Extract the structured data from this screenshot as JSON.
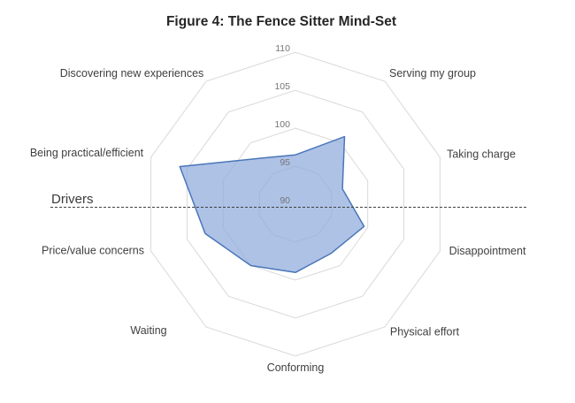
{
  "title": "Figure 4: The Fence Sitter Mind-Set",
  "drivers_annotation": "Drivers",
  "chart_data": {
    "type": "radar",
    "categories": [
      "",
      "Serving my group",
      "Taking charge",
      "Disappointment",
      "Physical effort",
      "Conforming",
      "Waiting",
      "Price/value concerns",
      "Being practical/efficient",
      "Discovering new experiences"
    ],
    "series": [
      {
        "values": [
          96.5,
          101,
          96.5,
          99.5,
          98,
          99,
          100,
          102.5,
          106,
          97.5
        ]
      }
    ],
    "axis": {
      "min": 90,
      "max": 110,
      "step": 5,
      "tick_labels": [
        "90",
        "95",
        "100",
        "105",
        "110"
      ]
    },
    "legend": "none",
    "grid": "concentric decagon rings, no radial spokes",
    "annotation": {
      "label": "Drivers",
      "type": "horizontal-dashed-line"
    },
    "colors": {
      "fill": "#8FAADC",
      "stroke": "#4A76B9",
      "grid": "#D9D9D9",
      "title": "#262626",
      "category_labels": "#3F3F3F",
      "tick_labels": "#757575",
      "annotation_line": "#404040"
    }
  }
}
